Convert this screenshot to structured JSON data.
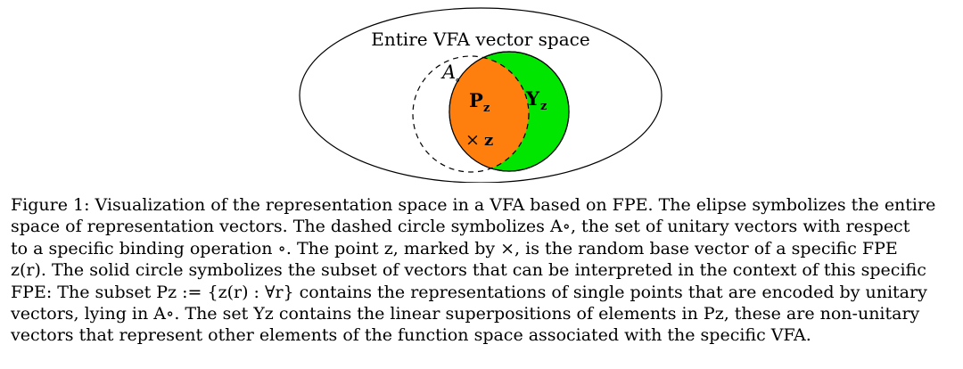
{
  "figure": {
    "ellipse_label": "Entire VFA vector space",
    "dashed_circle_label": "A",
    "dashed_circle_label_sub": "∘",
    "region_p_label": "P",
    "region_p_sub": "z",
    "region_y_label": "Y",
    "region_y_sub": "z",
    "point_marker": "×",
    "point_label": "z",
    "colors": {
      "p_fill": "#ff7f0e",
      "y_fill": "#00e600",
      "stroke": "#000000"
    }
  },
  "caption": {
    "lines": [
      "Figure 1: Visualization of the representation space in a VFA based on FPE. The elipse symbolizes the entire",
      "space of representation vectors.  The dashed circle symbolizes A∘, the set of unitary vectors with respect",
      "to a specific binding operation ∘. The point z, marked by ×, is the random base vector of a specific FPE",
      "z(r). The solid circle symbolizes the subset of vectors that can be interpreted in the context of this specific",
      "FPE: The subset Pz := {z(r) : ∀r} contains the representations of single points that are encoded by unitary",
      "vectors, lying in A∘. The set Yz contains the linear superpositions of elements in Pz, these are non-unitary",
      "vectors that represent other elements of the function space associated with the specific VFA."
    ]
  }
}
